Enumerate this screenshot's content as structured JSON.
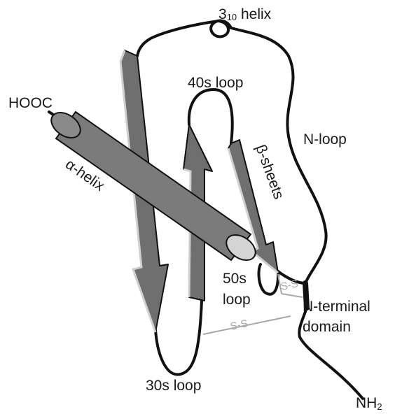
{
  "labels": {
    "helix310_main": "3",
    "helix310_sub": "10",
    "helix310_rest": " helix",
    "loop40s": "40s loop",
    "hooc": "HOOC",
    "nloop": "N-loop",
    "alpha_helix": "α-helix",
    "beta_sheets": "β-sheets",
    "loop50s_line1": "50s",
    "loop50s_line2": "loop",
    "ss_upper": "S-S",
    "ss_lower": "S-S",
    "nterminal_line1": "N-terminal",
    "nterminal_line2": "domain",
    "loop30s": "30s loop",
    "nh2_main": "NH",
    "nh2_sub": "2"
  },
  "colors": {
    "strand_fill": "#6f6f6f",
    "strand_highlight": "#cfcfcf",
    "helix_fill": "#7b7b7b",
    "helix_end": "#d4d4d4",
    "backbone": "#111111",
    "disulfide": "#a8a8a8"
  }
}
